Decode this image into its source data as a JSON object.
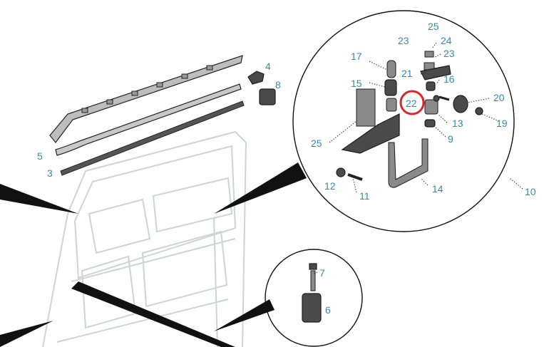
{
  "diagram": {
    "callout_color": "#2a8fb5",
    "highlight_color": "#d8262c",
    "callouts": [
      {
        "id": "c25a",
        "text": "25"
      },
      {
        "id": "c24",
        "text": "24"
      },
      {
        "id": "c23a",
        "text": "23"
      },
      {
        "id": "c23b",
        "text": "23"
      },
      {
        "id": "c17",
        "text": "17"
      },
      {
        "id": "c21",
        "text": "21"
      },
      {
        "id": "c16",
        "text": "16"
      },
      {
        "id": "c15",
        "text": "15"
      },
      {
        "id": "c22",
        "text": "22"
      },
      {
        "id": "c20",
        "text": "20"
      },
      {
        "id": "c13",
        "text": "13"
      },
      {
        "id": "c19",
        "text": "19"
      },
      {
        "id": "c9",
        "text": "9"
      },
      {
        "id": "c25b",
        "text": "25"
      },
      {
        "id": "c12",
        "text": "12"
      },
      {
        "id": "c11",
        "text": "11"
      },
      {
        "id": "c14",
        "text": "14"
      },
      {
        "id": "c10",
        "text": "10"
      },
      {
        "id": "c4",
        "text": "4"
      },
      {
        "id": "c8",
        "text": "8"
      },
      {
        "id": "c5",
        "text": "5"
      },
      {
        "id": "c3",
        "text": "3"
      },
      {
        "id": "c7",
        "text": "7"
      },
      {
        "id": "c6",
        "text": "6"
      }
    ],
    "highlighted_callout": "22"
  }
}
